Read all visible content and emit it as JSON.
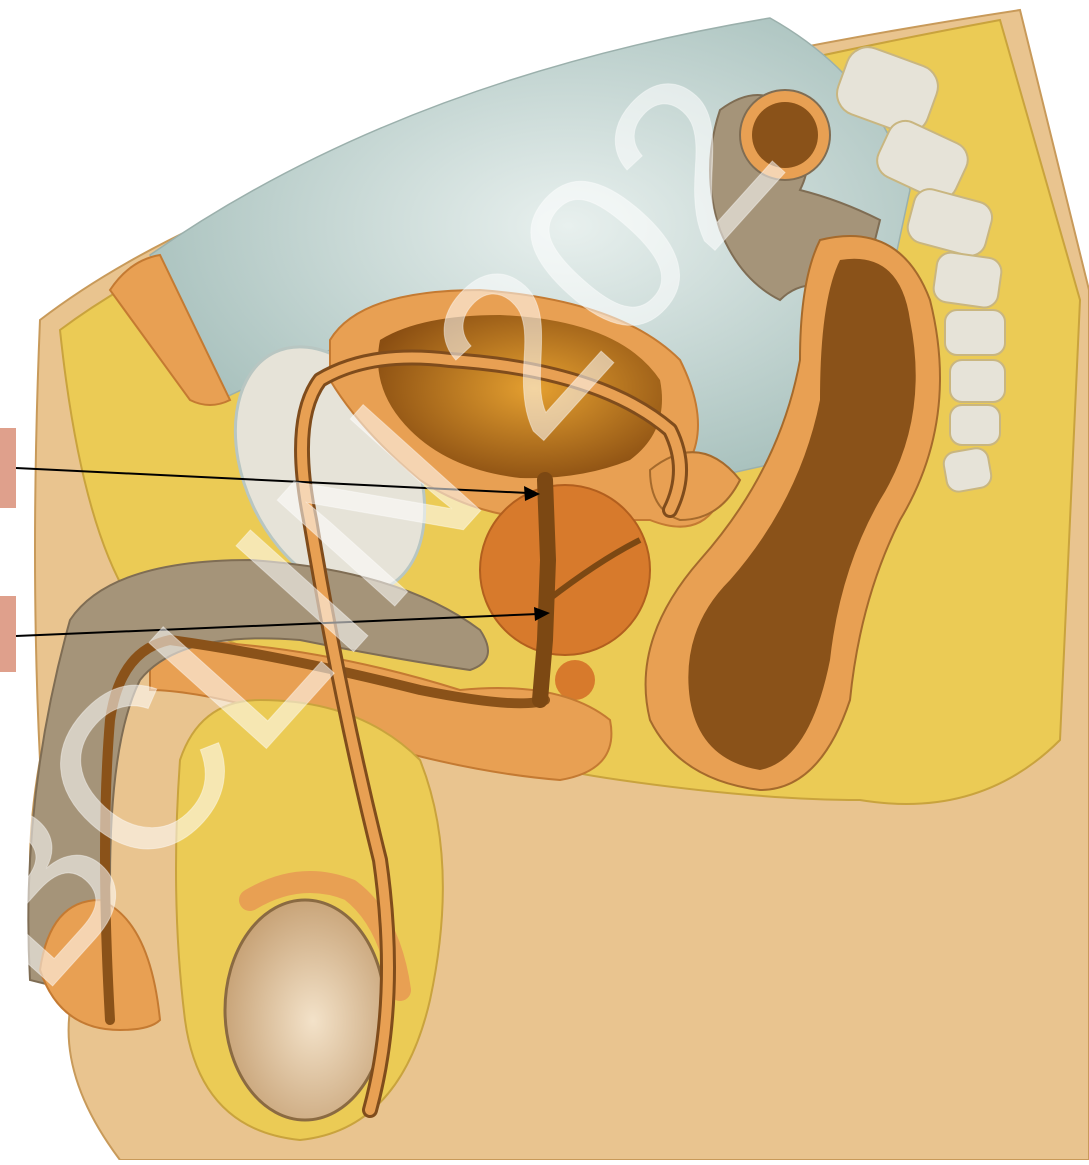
{
  "figure": {
    "labels": [
      {
        "id": "label-1",
        "text": "",
        "points_to": "urethra-upper"
      },
      {
        "id": "label-2",
        "text": "",
        "points_to": "urethra-prostatic"
      }
    ],
    "watermark": "BCLIN 202",
    "colors": {
      "skin": "#e9c48f",
      "fat": "#ebcb55",
      "muscle": "#e8a053",
      "bladder_interior": "#b86a14",
      "rectum_dark": "#8a5219",
      "peritoneum": "#c8d8d5",
      "bone": "#e6e3d8",
      "shaft_gray": "#a59479",
      "label_box": "#dfa08c",
      "arrow": "#000000"
    }
  }
}
